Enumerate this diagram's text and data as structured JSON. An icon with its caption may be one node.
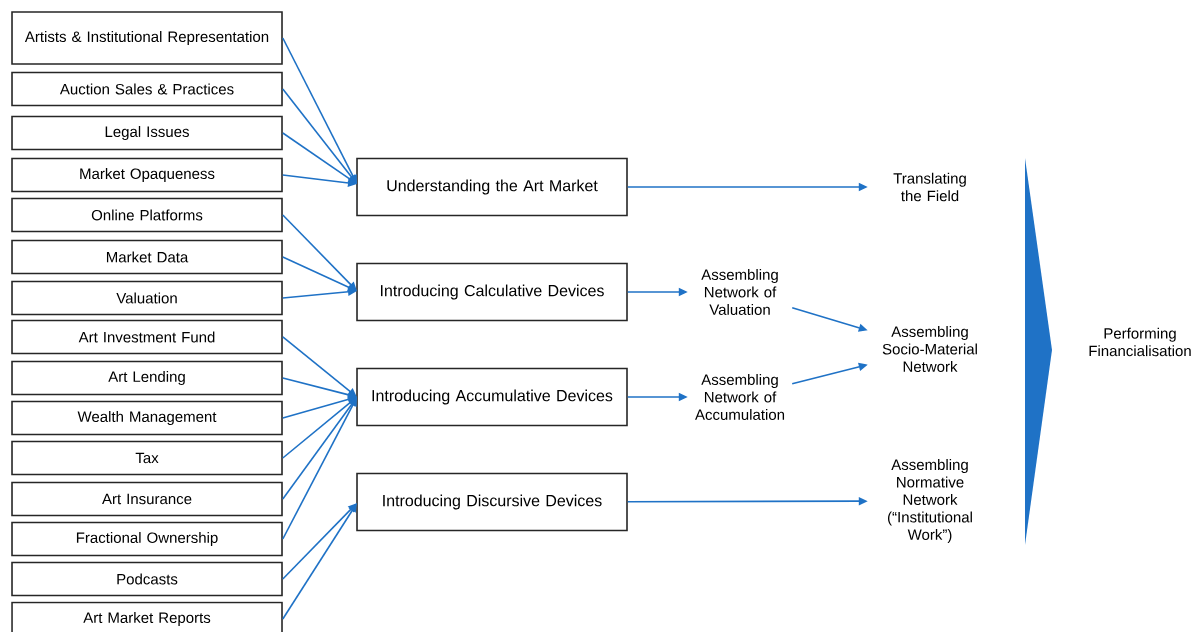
{
  "diagram": {
    "nodes": [
      {
        "text": [
          "Artists & Institutional Representation"
        ]
      },
      {
        "text": [
          "Auction Sales & Practices"
        ]
      },
      {
        "text": [
          "Legal Issues"
        ]
      },
      {
        "text": [
          "Market Opaqueness"
        ]
      },
      {
        "text": [
          "Online Platforms"
        ]
      },
      {
        "text": [
          "Market Data"
        ]
      },
      {
        "text": [
          "Valuation"
        ]
      },
      {
        "text": [
          "Art Investment Fund"
        ]
      },
      {
        "text": [
          "Art Lending"
        ]
      },
      {
        "text": [
          "Wealth Management"
        ]
      },
      {
        "text": [
          "Tax"
        ]
      },
      {
        "text": [
          "Art Insurance"
        ]
      },
      {
        "text": [
          "Fractional Ownership"
        ]
      },
      {
        "text": [
          "Podcasts"
        ]
      },
      {
        "text": [
          "Art Market Reports"
        ]
      },
      {
        "text": [
          "Understanding the Art Market"
        ]
      },
      {
        "text": [
          "Introducing Calculative Devices"
        ]
      },
      {
        "text": [
          "Introducing Accumulative Devices"
        ]
      },
      {
        "text": [
          "Introducing Discursive Devices"
        ]
      },
      {
        "text": [
          "Translating the Field"
        ]
      },
      {
        "text": [
          "Assembling Network of Valuation"
        ]
      },
      {
        "text": [
          "Assembling Network of Accumulation"
        ]
      },
      {
        "text": [
          "Assembling Socio-Material Network"
        ]
      },
      {
        "text": [
          "Assembling Normative Network (“Institutional Work”)"
        ]
      }
    ],
    "edges": [
      {
        "from": 0,
        "to": 15,
        "arrow": "to"
      },
      {
        "from": 1,
        "to": 15,
        "arrow": "to"
      },
      {
        "from": 2,
        "to": 15,
        "arrow": "to"
      },
      {
        "from": 3,
        "to": 15,
        "arrow": "to"
      },
      {
        "from": 4,
        "to": 16,
        "arrow": "to"
      },
      {
        "from": 5,
        "to": 16,
        "arrow": "to"
      },
      {
        "from": 6,
        "to": 16,
        "arrow": "to"
      },
      {
        "from": 7,
        "to": 17,
        "arrow": "to"
      },
      {
        "from": 8,
        "to": 17,
        "arrow": "to"
      },
      {
        "from": 9,
        "to": 17,
        "arrow": "to"
      },
      {
        "from": 10,
        "to": 17,
        "arrow": "to"
      },
      {
        "from": 11,
        "to": 17,
        "arrow": "to"
      },
      {
        "from": 12,
        "to": 17,
        "arrow": "to"
      },
      {
        "from": 13,
        "to": 18,
        "arrow": "to"
      },
      {
        "from": 14,
        "to": 18,
        "arrow": "to"
      },
      {
        "from": 15,
        "to": 19,
        "arrow": "to"
      },
      {
        "from": 16,
        "to": 20,
        "arrow": "to"
      },
      {
        "from": 17,
        "to": 21,
        "arrow": "to"
      },
      {
        "from": 20,
        "to": 22,
        "arrow": "to"
      },
      {
        "from": 21,
        "to": 22,
        "arrow": "to"
      },
      {
        "from": 18,
        "to": 23,
        "arrow": "to"
      }
    ],
    "labels": [
      "Performing Financialisation"
    ]
  }
}
